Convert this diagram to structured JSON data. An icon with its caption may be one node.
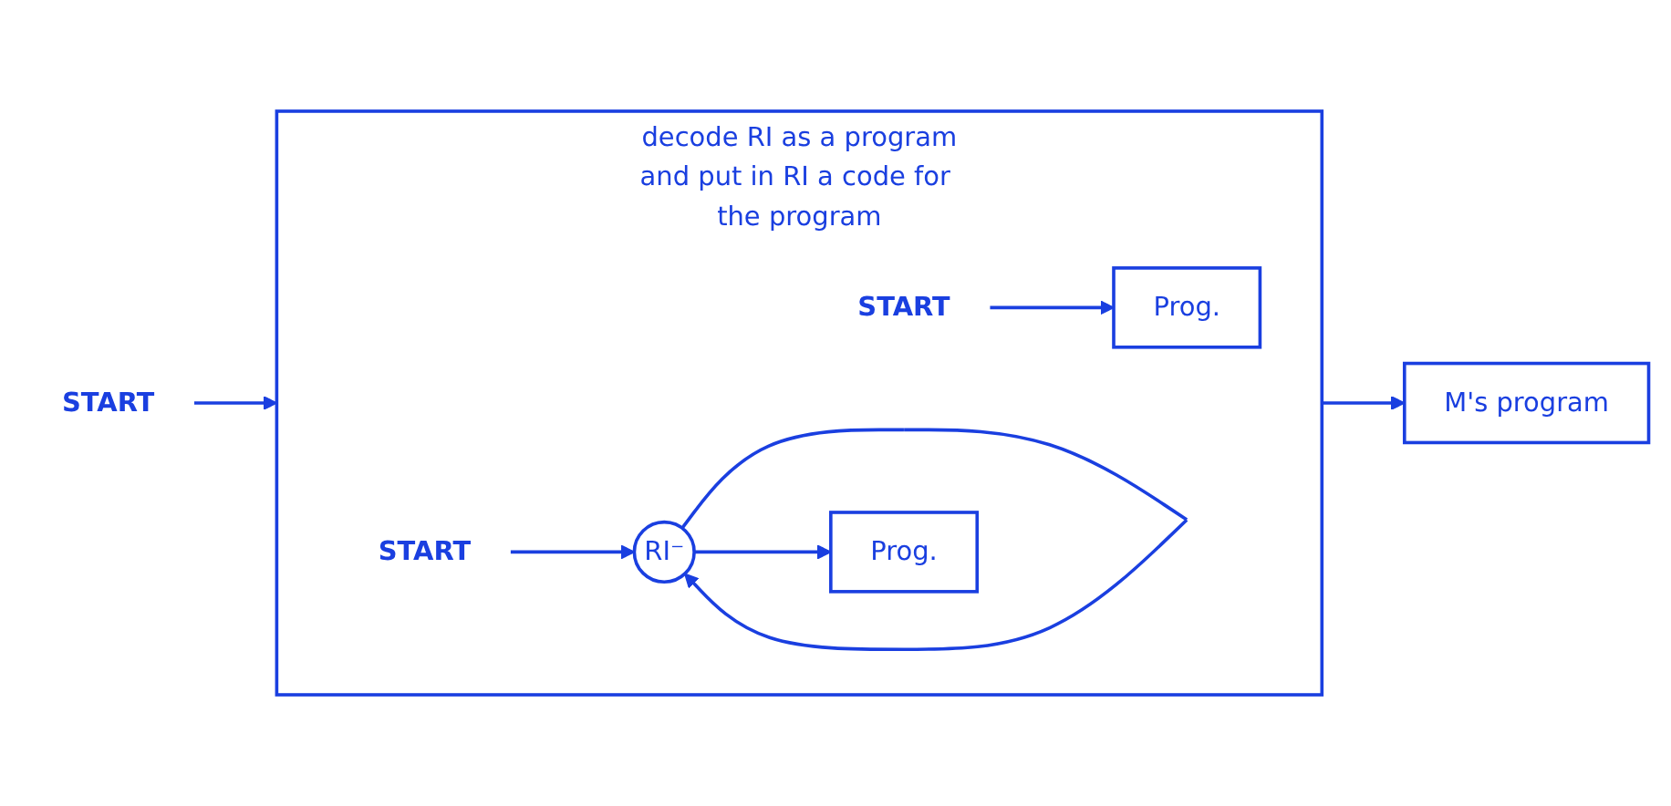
{
  "diagram": {
    "nodes": [
      {
        "text": [
          "decode RI as a program",
          "and put in RI a code for the program"
        ]
      },
      {
        "text": [
          "START"
        ]
      },
      {
        "text": [
          "START"
        ],
        "in": 0
      },
      {
        "text": [
          "Prog."
        ],
        "in": 0
      },
      {
        "text": [
          "START"
        ],
        "in": 0
      },
      {
        "text": [
          "RI⁻"
        ],
        "in": 0
      },
      {
        "text": [
          "Prog."
        ],
        "in": 0
      },
      {
        "text": [
          "M's program"
        ]
      }
    ],
    "edges": [
      {
        "from": 1,
        "to": 0,
        "arrow": "to"
      },
      {
        "from": 2,
        "to": 3,
        "arrow": "to"
      },
      {
        "from": 4,
        "to": 5,
        "arrow": "to"
      },
      {
        "from": 5,
        "to": 5,
        "arrow": "to"
      },
      {
        "from": 5,
        "to": 6,
        "arrow": "to"
      },
      {
        "from": 0,
        "to": 7,
        "arrow": "to"
      }
    ]
  }
}
